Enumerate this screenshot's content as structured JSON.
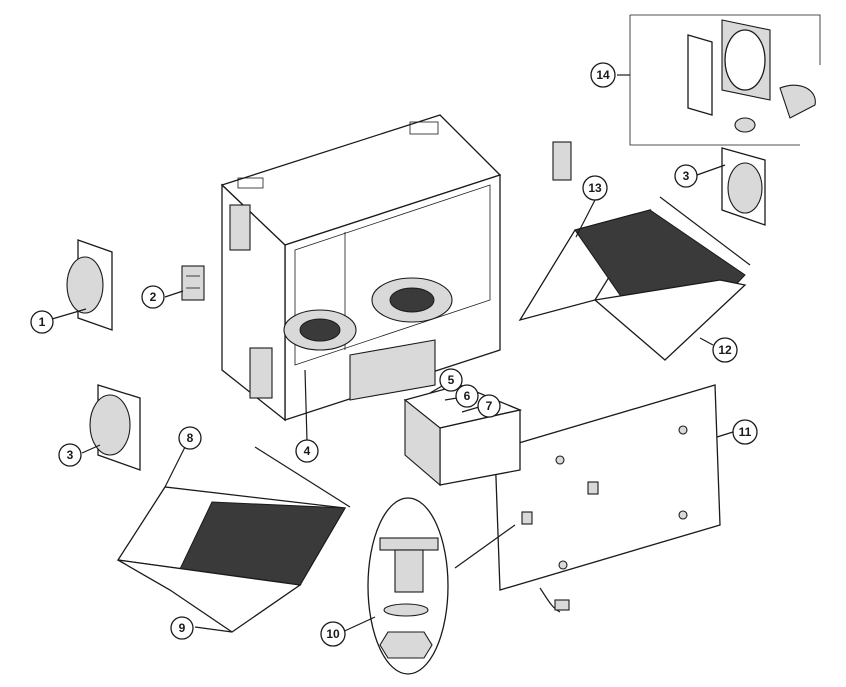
{
  "callouts": [
    {
      "label": "1"
    },
    {
      "label": "2"
    },
    {
      "label": "3"
    },
    {
      "label": "3"
    },
    {
      "label": "4"
    },
    {
      "label": "5"
    },
    {
      "label": "6"
    },
    {
      "label": "7"
    },
    {
      "label": "8"
    },
    {
      "label": "9"
    },
    {
      "label": "10"
    },
    {
      "label": "11"
    },
    {
      "label": "12"
    },
    {
      "label": "13"
    },
    {
      "label": "14"
    }
  ]
}
